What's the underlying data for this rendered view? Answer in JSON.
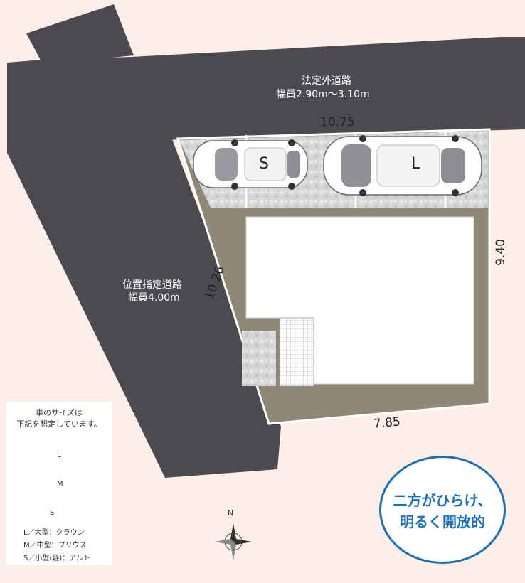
{
  "roads": {
    "top": {
      "line1": "法定外道路",
      "line2": "幅員2.90m〜3.10m"
    },
    "left": {
      "line1": "位置指定道路",
      "line2": "幅員4.00m"
    }
  },
  "dimensions": {
    "top": "10.75",
    "right": "9.40",
    "bottom": "7.85",
    "left": "10.26"
  },
  "parking": {
    "small_car_label": "S",
    "large_car_label": "L"
  },
  "legend": {
    "title_line1": "車のサイズは",
    "title_line2": "下記を想定しています。",
    "icons": [
      "L",
      "M",
      "S"
    ],
    "entries": [
      "L／大型：クラウン",
      "M／中型：プリウス",
      "S／小型(軽)：アルト"
    ]
  },
  "compass": {
    "north_label": "N"
  },
  "badge": {
    "line1": "二方がひらけ、",
    "line2": "明るく開放的"
  },
  "colors": {
    "road": "#4c4a4f",
    "lot": "#8e8877",
    "gravel": "#d9d9da",
    "house": "#ffffff",
    "accent": "#1f6fb5",
    "background": "#fcefe7"
  }
}
